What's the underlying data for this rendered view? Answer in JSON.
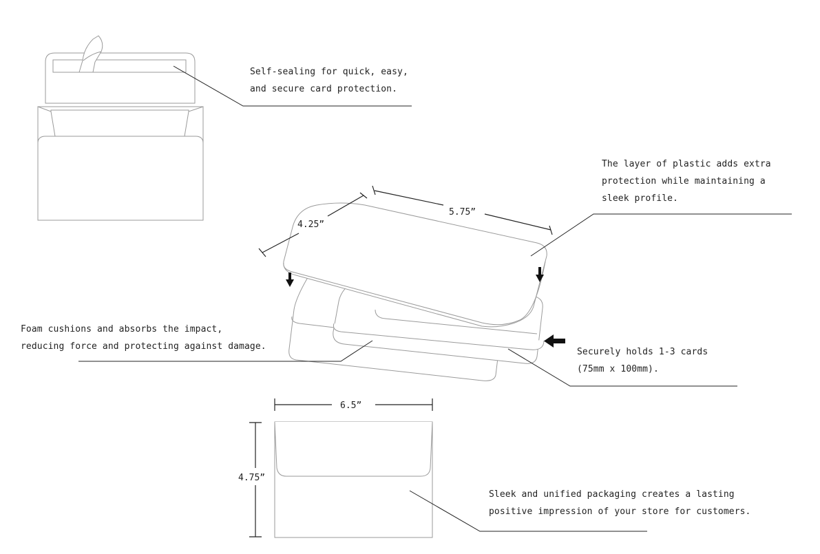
{
  "callouts": {
    "self_sealing": [
      "Self-sealing for quick, easy,",
      "and secure card protection."
    ],
    "plastic_layer": [
      "The layer of plastic adds extra",
      "protection while maintaining a",
      "sleek profile."
    ],
    "foam": [
      "Foam cushions and absorbs the impact,",
      "reducing force and protecting against damage."
    ],
    "holds_cards": [
      "Securely holds 1-3 cards",
      "(75mm x 100mm)."
    ],
    "packaging": [
      "Sleek and unified packaging creates a lasting",
      "positive impression of your store for customers."
    ]
  },
  "dimensions": {
    "card_width": "5.75”",
    "card_depth": "4.25”",
    "envelope_width": "6.5”",
    "envelope_height": "4.75”"
  },
  "colors": {
    "outline": "#9a9a9a",
    "ink": "#222222",
    "background": "#ffffff"
  }
}
